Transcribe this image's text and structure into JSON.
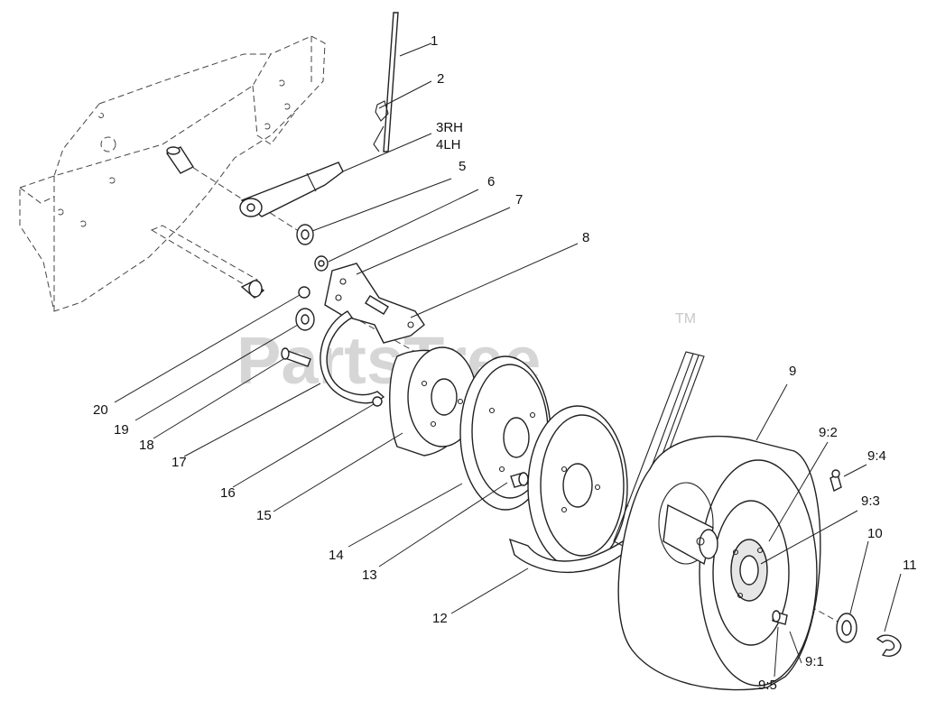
{
  "watermark": {
    "text": "PartsTree",
    "trademark": "TM"
  },
  "callouts": {
    "c1": "1",
    "c2": "2",
    "c3a": "3RH",
    "c3b": "4LH",
    "c5": "5",
    "c6": "6",
    "c7": "7",
    "c8": "8",
    "c9": "9",
    "c9_1": "9:1",
    "c9_2": "9:2",
    "c9_3": "9:3",
    "c9_4": "9:4",
    "c9_5": "9:5",
    "c10": "10",
    "c11": "11",
    "c12": "12",
    "c13": "13",
    "c14": "14",
    "c15": "15",
    "c16": "16",
    "c17": "17",
    "c18": "18",
    "c19": "19",
    "c20": "20"
  },
  "colors": {
    "line": "#222222",
    "watermark": "#c9c9c9",
    "background": "#ffffff"
  }
}
